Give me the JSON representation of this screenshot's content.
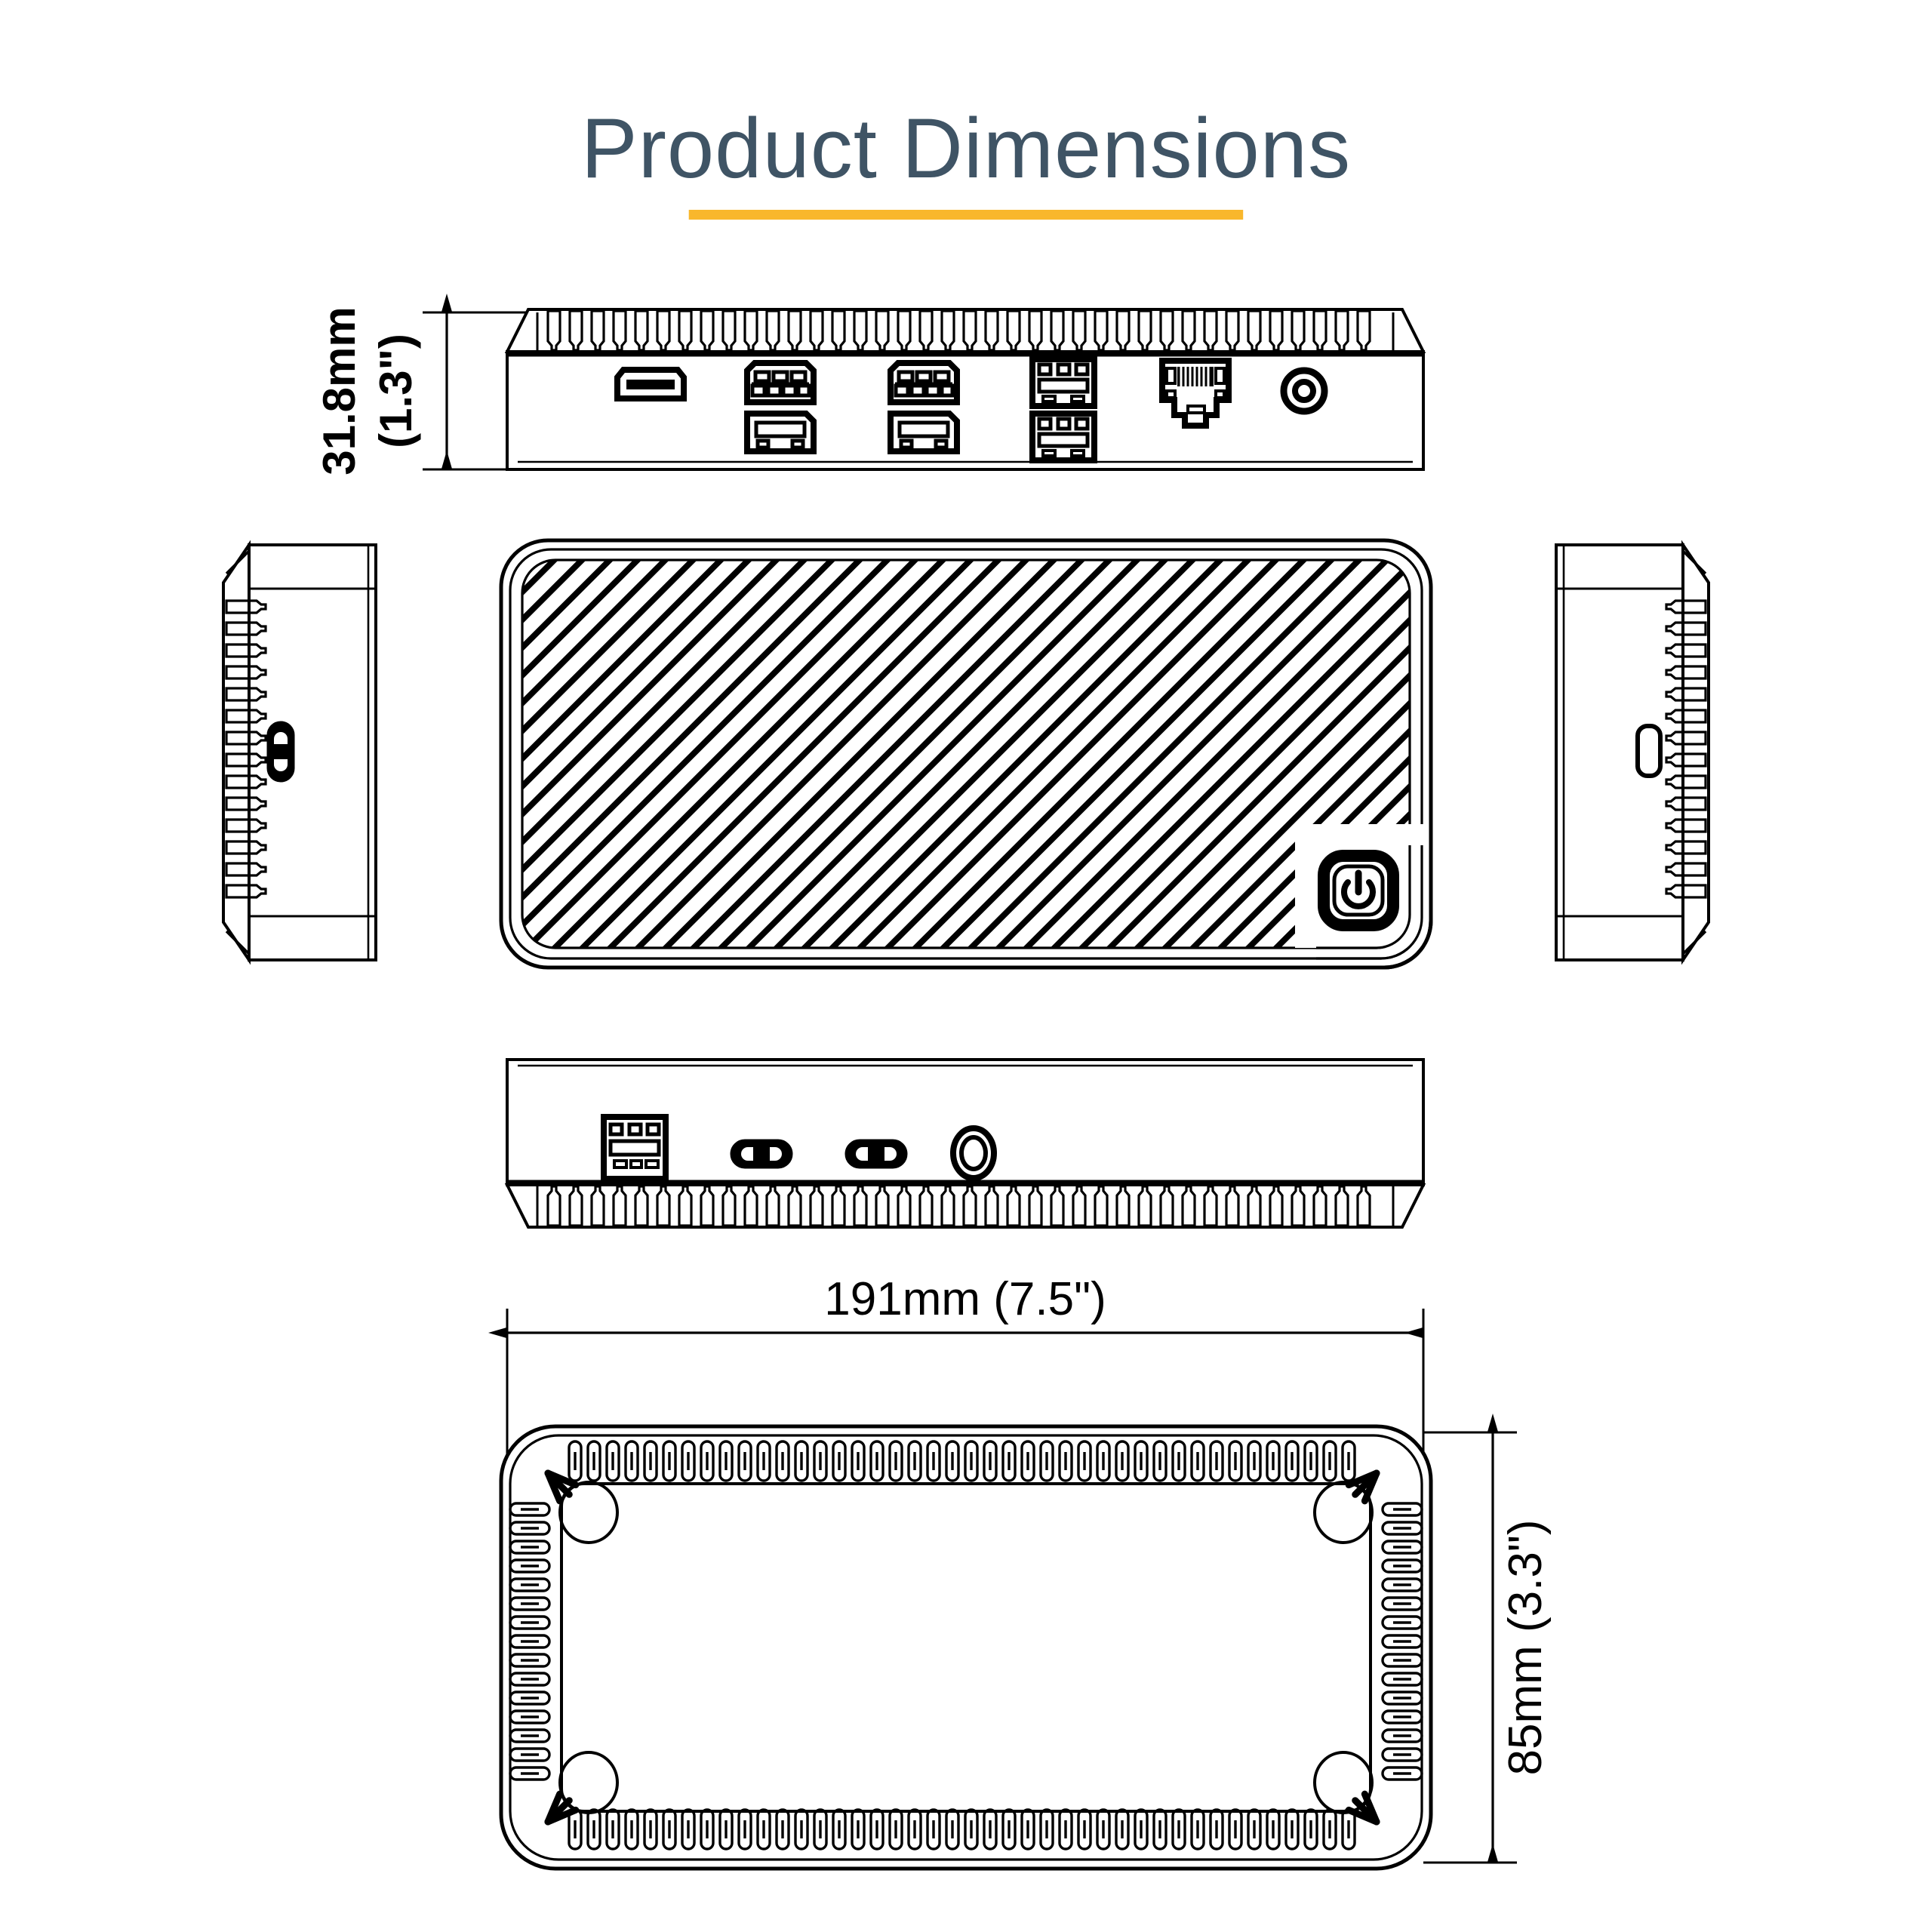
{
  "page": {
    "background_color": "#ffffff",
    "line_color": "#000000"
  },
  "header": {
    "title": "Product Dimensions",
    "title_color": "#3f5465",
    "underline_color": "#f9b72c"
  },
  "dimensions": {
    "height": {
      "mm": "31.8mm",
      "inch": "(1.3\")",
      "label": "31.8mm (1.3\")",
      "orientation": "vertical",
      "applies_to": "rear-view-height"
    },
    "width": {
      "mm": "191mm",
      "inch": "(7.5\")",
      "label": "191mm (7.5\")",
      "orientation": "horizontal",
      "applies_to": "bottom-view-width"
    },
    "depth": {
      "mm": "85mm",
      "inch": "(3.3\")",
      "label": "85mm (3.3\")",
      "orientation": "vertical",
      "applies_to": "bottom-view-depth"
    }
  },
  "views": {
    "rear": {
      "name": "rear-panel-view",
      "ports": [
        {
          "type": "hdmi",
          "icon": "hdmi-port-icon",
          "row": "upper",
          "index": 1
        },
        {
          "type": "displayport",
          "icon": "displayport-port-icon",
          "row": "upper",
          "index": 2
        },
        {
          "type": "displayport",
          "icon": "displayport-port-icon",
          "row": "upper",
          "index": 3
        },
        {
          "type": "usb-a",
          "icon": "usb-a-port-icon",
          "row": "upper",
          "index": 4
        },
        {
          "type": "rj45",
          "icon": "ethernet-port-icon",
          "row": "upper",
          "index": 5
        },
        {
          "type": "dc-power",
          "icon": "dc-power-jack-icon",
          "row": "upper",
          "index": 6
        },
        {
          "type": "displayport",
          "icon": "displayport-port-icon",
          "row": "lower",
          "index": 1
        },
        {
          "type": "displayport",
          "icon": "displayport-port-icon",
          "row": "lower",
          "index": 2
        },
        {
          "type": "usb-a",
          "icon": "usb-a-port-icon",
          "row": "lower",
          "index": 3
        }
      ],
      "vents": "top-edge-fins"
    },
    "left_side": {
      "name": "left-side-view",
      "ports": [
        {
          "type": "usb-c",
          "icon": "usb-c-port-icon",
          "orientation": "vertical"
        }
      ],
      "vents": "left-edge-fins"
    },
    "right_side": {
      "name": "right-side-view",
      "ports": [
        {
          "type": "security-lock-slot",
          "icon": "security-slot-icon",
          "orientation": "vertical"
        }
      ],
      "vents": "right-edge-fins"
    },
    "top": {
      "name": "top-view",
      "surface": "diagonal-hatch",
      "controls": [
        {
          "type": "power-button",
          "icon": "power-button-icon"
        }
      ]
    },
    "front": {
      "name": "front-panel-view",
      "ports": [
        {
          "type": "usb-a",
          "icon": "usb-a-port-icon",
          "index": 1
        },
        {
          "type": "usb-c",
          "icon": "usb-c-port-icon",
          "index": 2
        },
        {
          "type": "usb-c",
          "icon": "usb-c-port-icon",
          "index": 3
        },
        {
          "type": "audio-jack",
          "icon": "audio-jack-icon",
          "index": 4
        }
      ],
      "vents": "bottom-edge-fins"
    },
    "bottom": {
      "name": "bottom-view",
      "feet_count": 4,
      "vents": "perimeter-slots"
    }
  }
}
